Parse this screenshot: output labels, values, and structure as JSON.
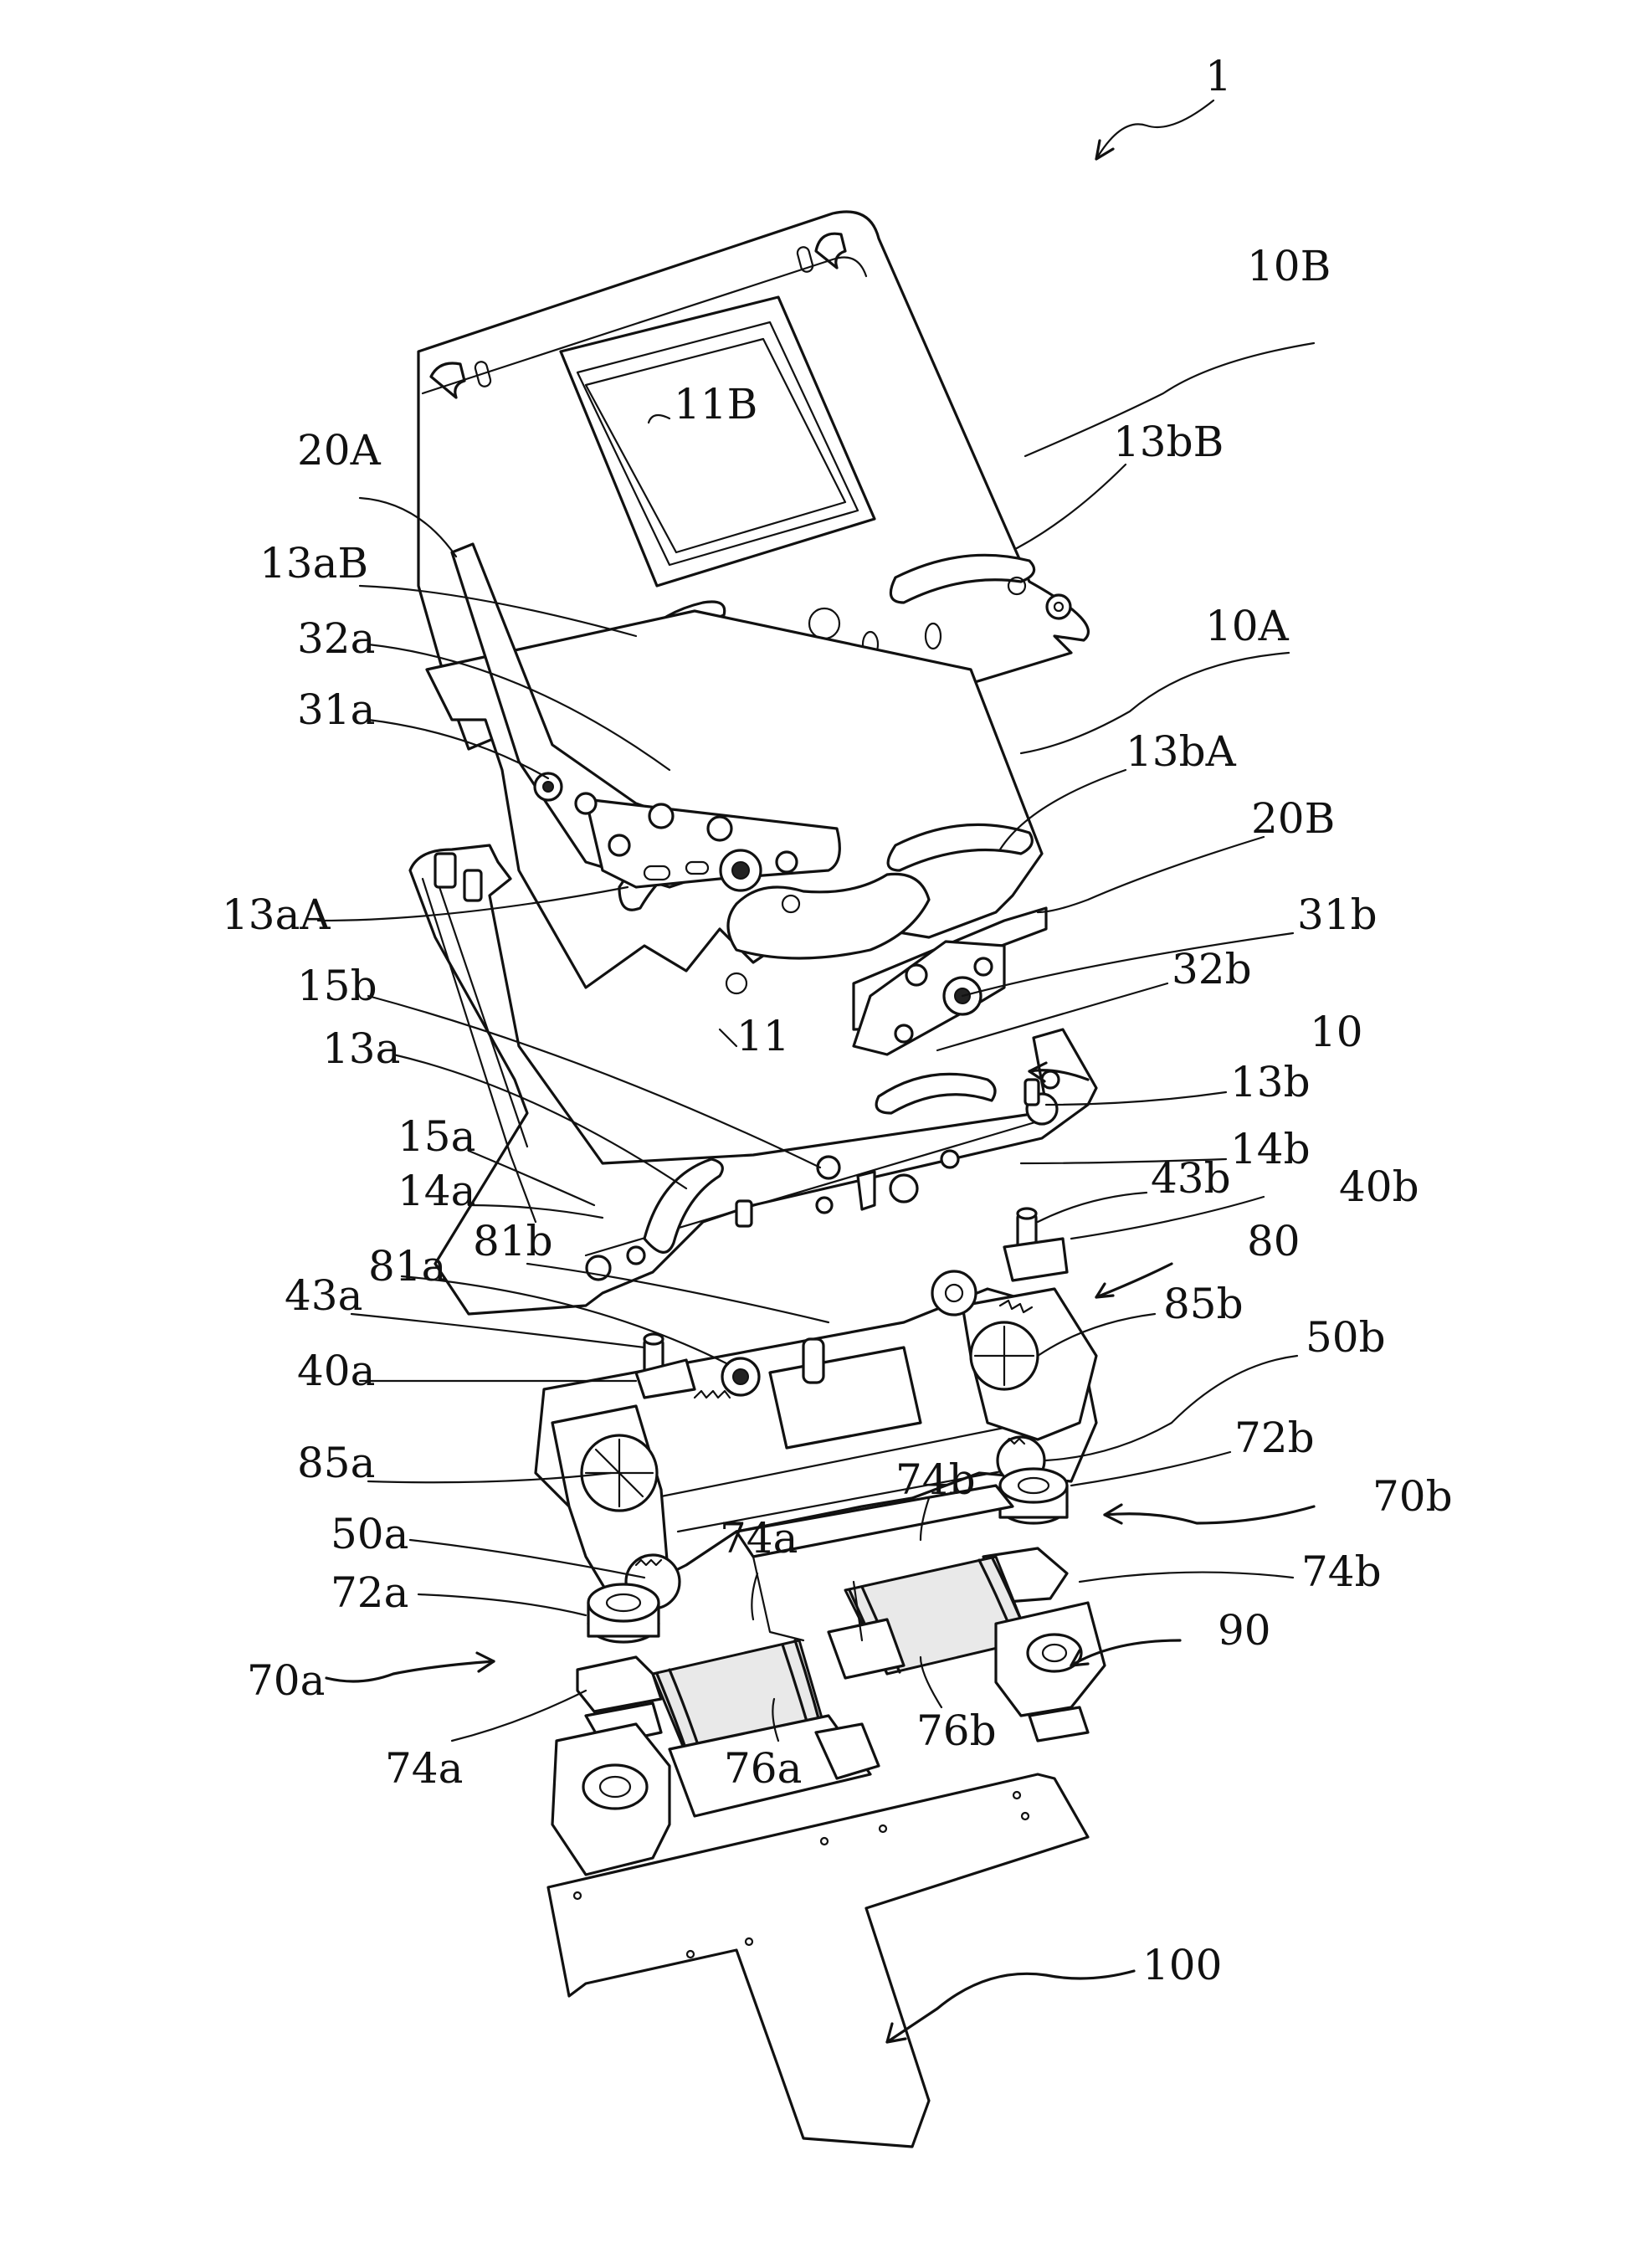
{
  "figure": {
    "labels": {
      "ref_1": "1",
      "ref_10B": "10B",
      "ref_11B": "11B",
      "ref_13bB": "13bB",
      "ref_20A": "20A",
      "ref_13aB": "13aB",
      "ref_10A": "10A",
      "ref_32a": "32a",
      "ref_13bA": "13bA",
      "ref_31a": "31a",
      "ref_20B": "20B",
      "ref_13aA": "13aA",
      "ref_31b": "31b",
      "ref_15b": "15b",
      "ref_32b": "32b",
      "ref_11": "11",
      "ref_10": "10",
      "ref_13a": "13a",
      "ref_13b": "13b",
      "ref_15a": "15a",
      "ref_14b": "14b",
      "ref_14a": "14a",
      "ref_43b": "43b",
      "ref_40b": "40b",
      "ref_81b": "81b",
      "ref_81a": "81a",
      "ref_80": "80",
      "ref_43a": "43a",
      "ref_85b": "85b",
      "ref_40a": "40a",
      "ref_50b": "50b",
      "ref_85a": "85a",
      "ref_72b": "72b",
      "ref_74b_upper": "74b",
      "ref_70b": "70b",
      "ref_50a": "50a",
      "ref_74a_upper": "74a",
      "ref_74b_right": "74b",
      "ref_72a": "72a",
      "ref_90": "90",
      "ref_70a": "70a",
      "ref_76b": "76b",
      "ref_74a_lower": "74a",
      "ref_76a": "76a",
      "ref_100": "100"
    }
  }
}
